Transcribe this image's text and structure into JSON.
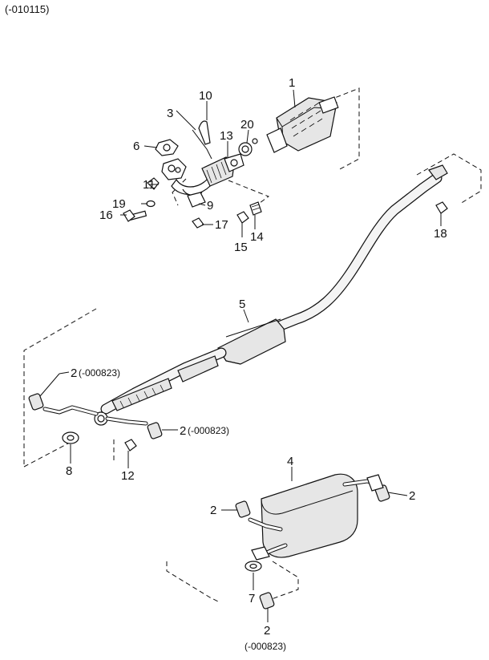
{
  "header": {
    "code": "(-010115)"
  },
  "callouts": [
    {
      "id": "c1",
      "text": "1"
    },
    {
      "id": "c2a",
      "text": "2",
      "note": "(-000823)"
    },
    {
      "id": "c2b",
      "text": "2",
      "note": "(-000823)"
    },
    {
      "id": "c2c",
      "text": "2"
    },
    {
      "id": "c2d",
      "text": "2"
    },
    {
      "id": "c2e",
      "text": "2",
      "note": "(-000823)"
    },
    {
      "id": "c3",
      "text": "3"
    },
    {
      "id": "c4",
      "text": "4"
    },
    {
      "id": "c5",
      "text": "5"
    },
    {
      "id": "c6",
      "text": "6"
    },
    {
      "id": "c7",
      "text": "7"
    },
    {
      "id": "c8",
      "text": "8"
    },
    {
      "id": "c9",
      "text": "9"
    },
    {
      "id": "c10",
      "text": "10"
    },
    {
      "id": "c11",
      "text": "11"
    },
    {
      "id": "c12",
      "text": "12"
    },
    {
      "id": "c13",
      "text": "13"
    },
    {
      "id": "c14",
      "text": "14"
    },
    {
      "id": "c15",
      "text": "15"
    },
    {
      "id": "c16",
      "text": "16"
    },
    {
      "id": "c17",
      "text": "17"
    },
    {
      "id": "c18",
      "text": "18"
    },
    {
      "id": "c19",
      "text": "19"
    },
    {
      "id": "c20",
      "text": "20"
    }
  ]
}
